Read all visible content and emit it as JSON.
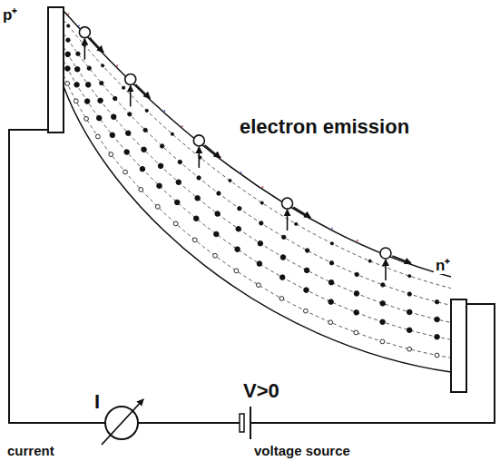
{
  "diagram": {
    "labels": [
      "p⁺",
      "electron emission",
      "n⁺",
      "I",
      "current",
      "V>0",
      "voltage source"
    ]
  }
}
